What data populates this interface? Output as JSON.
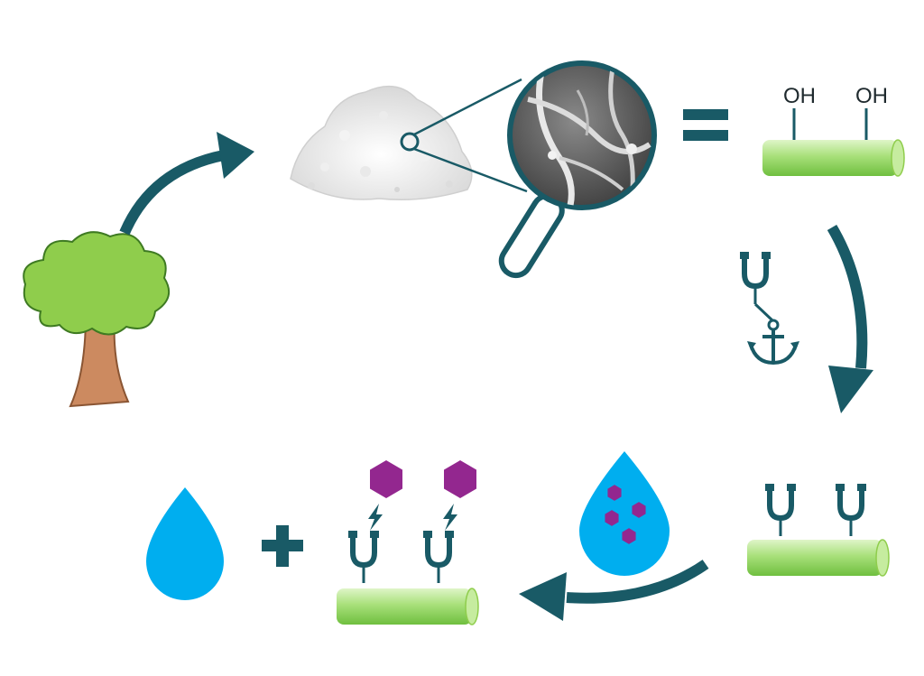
{
  "diagram": {
    "colors": {
      "teal": "#195a66",
      "tree_canopy": "#8fcd4c",
      "tree_trunk": "#cc8a60",
      "fiber_green": "#a8e07a",
      "water_blue": "#00aeef",
      "pollutant_purple": "#93278f"
    },
    "hydroxyl_labels": [
      "OH",
      "OH"
    ],
    "stages": [
      {
        "name": "tree",
        "icon": "tree-icon"
      },
      {
        "name": "cellulose-powder",
        "icon": "powder-icon"
      },
      {
        "name": "sem-magnified-fibers",
        "icon": "magnifier-icon"
      },
      {
        "name": "hydroxyl-fiber",
        "icon": "fiber-icon"
      },
      {
        "name": "functionalization",
        "icon": "anchor-icon"
      },
      {
        "name": "functionalized-fiber",
        "icon": "fiber-icon"
      },
      {
        "name": "contaminated-water",
        "icon": "water-drop-icon"
      },
      {
        "name": "clean-water-plus-captured-pollutants",
        "icon": "water-drop-icon"
      }
    ]
  }
}
